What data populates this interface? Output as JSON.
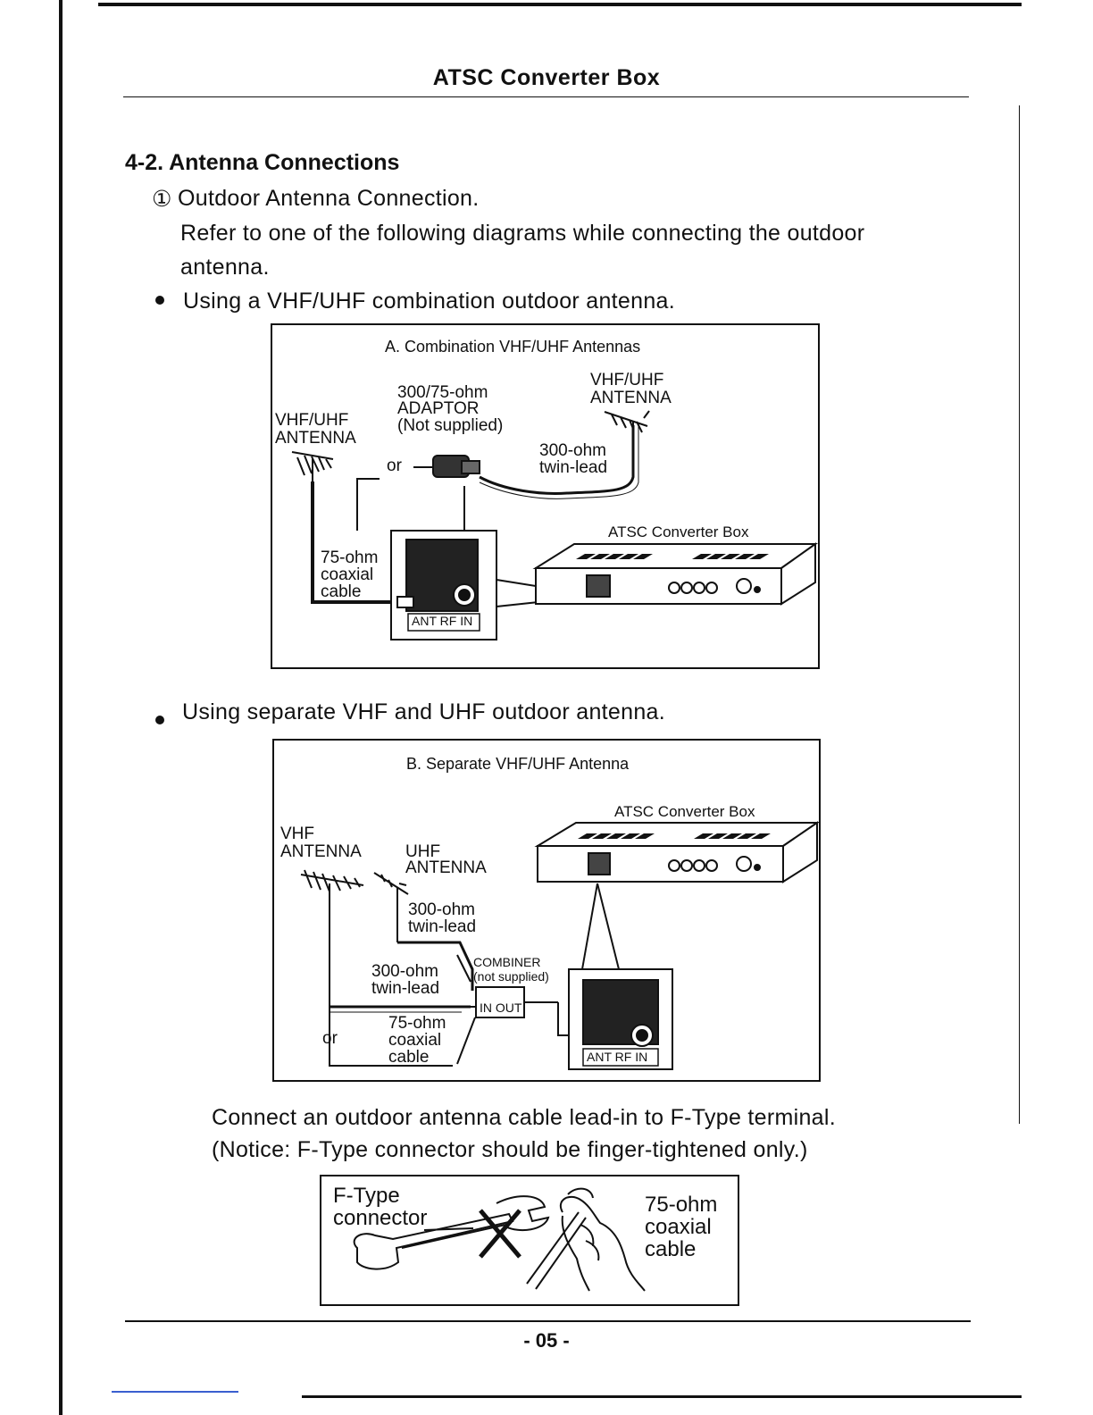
{
  "header": {
    "title": "ATSC Converter Box"
  },
  "section": {
    "title": "4-2. Antenna Connections",
    "step_marker": "①",
    "step_title": "Outdoor Antenna Connection.",
    "intro_line1": "Refer to one of the following diagrams while connecting the outdoor",
    "intro_line2": "antenna."
  },
  "bullet1": "Using a VHF/UHF combination outdoor antenna.",
  "diagram_a": {
    "caption": "A. Combination VHF/UHF Antennas",
    "adaptor_l1": "300/75-ohm",
    "adaptor_l2": "ADAPTOR",
    "adaptor_l3": "(Not supplied)",
    "antenna_right_l1": "VHF/UHF",
    "antenna_right_l2": "ANTENNA",
    "antenna_left_l1": "VHF/UHF",
    "antenna_left_l2": "ANTENNA",
    "or": "or",
    "twin_l1": "300-ohm",
    "twin_l2": "twin-lead",
    "box_label": "ATSC Converter Box",
    "coax_l1": "75-ohm",
    "coax_l2": "coaxial",
    "coax_l3": "cable",
    "port": "ANT RF IN"
  },
  "bullet2": "Using separate VHF and UHF outdoor antenna.",
  "diagram_b": {
    "caption": "B. Separate VHF/UHF Antenna",
    "box_label": "ATSC Converter Box",
    "vhf_l1": "VHF",
    "vhf_l2": "ANTENNA",
    "uhf_l1": "UHF",
    "uhf_l2": "ANTENNA",
    "twin_top_l1": "300-ohm",
    "twin_top_l2": "twin-lead",
    "combiner_l1": "COMBINER",
    "combiner_l2": "(not supplied)",
    "twin_left_l1": "300-ohm",
    "twin_left_l2": "twin-lead",
    "in_out": "IN OUT",
    "coax_l1": "75-ohm",
    "coax_l2": "coaxial",
    "coax_l3": "cable",
    "or": "or",
    "port": "ANT RF IN"
  },
  "note_line1": "Connect an outdoor antenna cable lead-in to F-Type terminal.",
  "note_line2": "(Notice: F-Type connector should be finger-tightened only.)",
  "diagram_c": {
    "ftype_l1": "F-Type",
    "ftype_l2": "connector",
    "coax_l1": "75-ohm",
    "coax_l2": "coaxial",
    "coax_l3": "cable"
  },
  "page_number": "- 05 -"
}
